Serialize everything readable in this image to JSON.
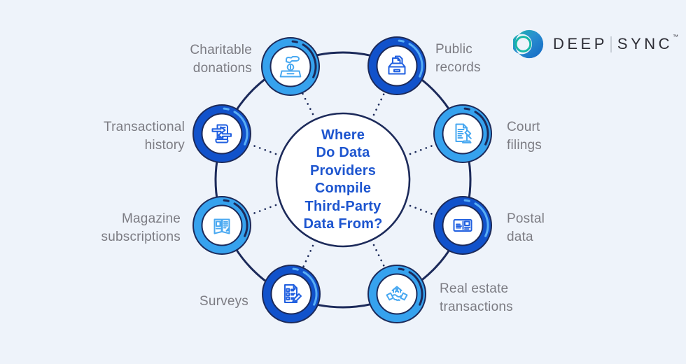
{
  "header": {
    "logo": {
      "word1": "DEEP",
      "word2": "SYNC",
      "trademark": "™"
    }
  },
  "center": {
    "title": "Where\nDo Data\nProviders\nCompile\nThird-Party\nData From?"
  },
  "nodes": [
    {
      "label": "Charitable\ndonations",
      "icon": "donation-hand-icon",
      "ring_style": "light"
    },
    {
      "label": "Public\nrecords",
      "icon": "archive-box-icon",
      "ring_style": "dark"
    },
    {
      "label": "Court\nfilings",
      "icon": "document-gavel-icon",
      "ring_style": "light"
    },
    {
      "label": "Postal\ndata",
      "icon": "postcard-icon",
      "ring_style": "dark"
    },
    {
      "label": "Real estate\ntransactions",
      "icon": "house-handshake-icon",
      "ring_style": "light"
    },
    {
      "label": "Surveys",
      "icon": "checklist-pencil-icon",
      "ring_style": "dark"
    },
    {
      "label": "Magazine\nsubscriptions",
      "icon": "open-magazine-icon",
      "ring_style": "light"
    },
    {
      "label": "Transactional\nhistory",
      "icon": "receipt-transfer-icon",
      "ring_style": "dark"
    }
  ],
  "colors": {
    "background": "#eef3fa",
    "navy": "#1c2a5a",
    "ring_light": "#36a2ee",
    "ring_dark": "#1152cb",
    "icon_sky": "#4aa9f1",
    "icon_royal": "#2160e0",
    "label_gray": "#7c7c83",
    "center_blue": "#1d55cf",
    "shine_on_dark": "#58aef5",
    "logo_teal": "#16b8a6",
    "logo_blue": "#1266c4",
    "logo_text": "#2e2e36"
  }
}
